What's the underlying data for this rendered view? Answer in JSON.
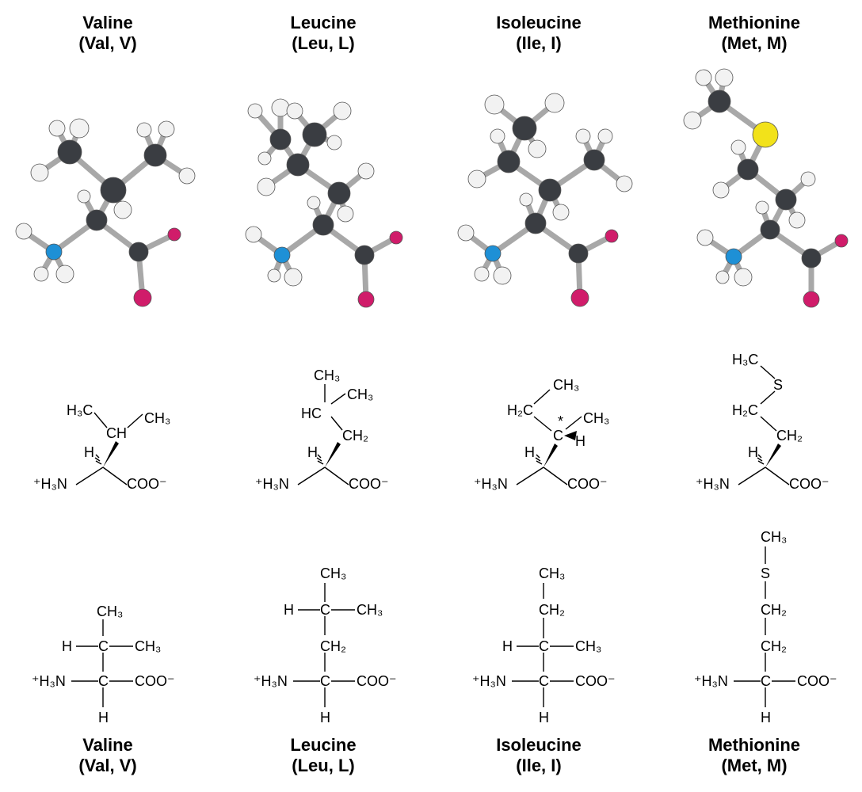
{
  "amino_acids": [
    {
      "name": "Valine",
      "abbrev": "(Val, V)",
      "skeletal": {
        "branch1": "H₃C",
        "branch2": "CH₃",
        "center": "CH",
        "h": "H",
        "amine": "⁺H₃N",
        "carboxyl": "COO⁻"
      },
      "fischer": [
        "CH₃",
        "H",
        "C",
        "CH₃",
        "⁺H₃N",
        "C",
        "COO⁻",
        "H"
      ]
    },
    {
      "name": "Leucine",
      "abbrev": "(Leu, L)",
      "skeletal": {
        "top": "CH₃",
        "branch": "CH₃",
        "hc": "HC",
        "ch2": "CH₂",
        "h": "H",
        "amine": "⁺H₃N",
        "carboxyl": "COO⁻"
      },
      "fischer": [
        "CH₃",
        "H",
        "C",
        "CH₃",
        "CH₂",
        "⁺H₃N",
        "C",
        "COO⁻",
        "H"
      ]
    },
    {
      "name": "Isoleucine",
      "abbrev": "(Ile, I)",
      "skeletal": {
        "top": "CH₃",
        "h2c": "H₂C",
        "star": "*",
        "branch": "CH₃",
        "center": "C",
        "h_right": "H",
        "h": "H",
        "amine": "⁺H₃N",
        "carboxyl": "COO⁻"
      },
      "fischer": [
        "CH₃",
        "CH₂",
        "H",
        "C",
        "CH₃",
        "⁺H₃N",
        "C",
        "COO⁻",
        "H"
      ]
    },
    {
      "name": "Methionine",
      "abbrev": "(Met, M)",
      "skeletal": {
        "h3c": "H₃C",
        "s": "S",
        "h2c": "H₂C",
        "ch2": "CH₂",
        "h": "H",
        "amine": "⁺H₃N",
        "carboxyl": "COO⁻"
      },
      "fischer": [
        "CH₃",
        "S",
        "CH₂",
        "CH₂",
        "⁺H₃N",
        "C",
        "COO⁻",
        "H"
      ]
    }
  ],
  "atom_colors": {
    "carbon": "#3a3d42",
    "hydrogen": "#f2f2f2",
    "nitrogen": "#1e90d6",
    "oxygen": "#d01c6a",
    "sulfur": "#f2e21a",
    "bond": "#a8a8a8"
  }
}
